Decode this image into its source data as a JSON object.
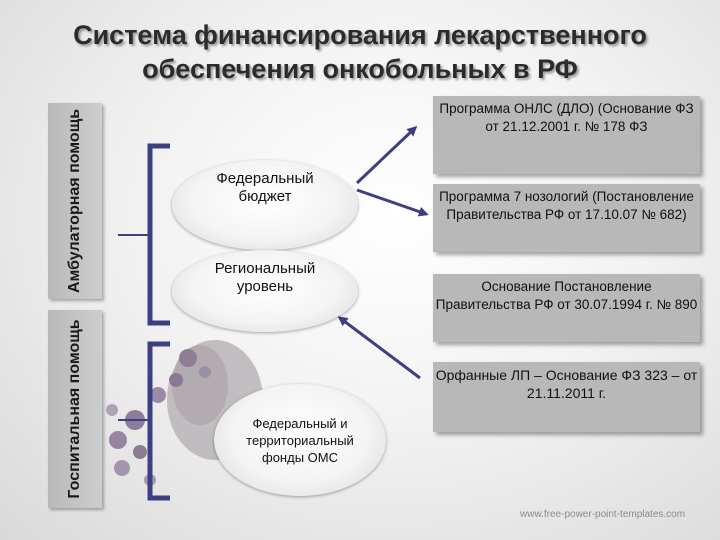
{
  "title": "Система финансирования лекарственного обеспечения онкобольных в РФ",
  "side_labels": {
    "ambulatory": "Амбулаторная помощь",
    "hospital": "Госпитальная помощь"
  },
  "sources": {
    "federal_budget": "Федеральный бюджет",
    "regional_level": "Региональный уровень",
    "oms_funds": "Федеральный и территориальный фонды ОМС"
  },
  "programs": [
    "Программа ОНЛС (ДЛО) (Основание ФЗ от 21.12.2001 г. № 178 ФЗ",
    "Программа 7 нозологий (Постановление Правительства РФ от 17.10.07 № 682)",
    "Основание Постановление Правительства РФ от 30.07.1994 г. № 890",
    "Орфанные ЛП – Основание ФЗ 323 – от 21.11.2011 г."
  ],
  "footer": "www.free-power-point-templates.com",
  "colors": {
    "accent": "#3c3f82",
    "box_fill": "#b8b8b8",
    "side_fill": "#c2c2c2"
  }
}
